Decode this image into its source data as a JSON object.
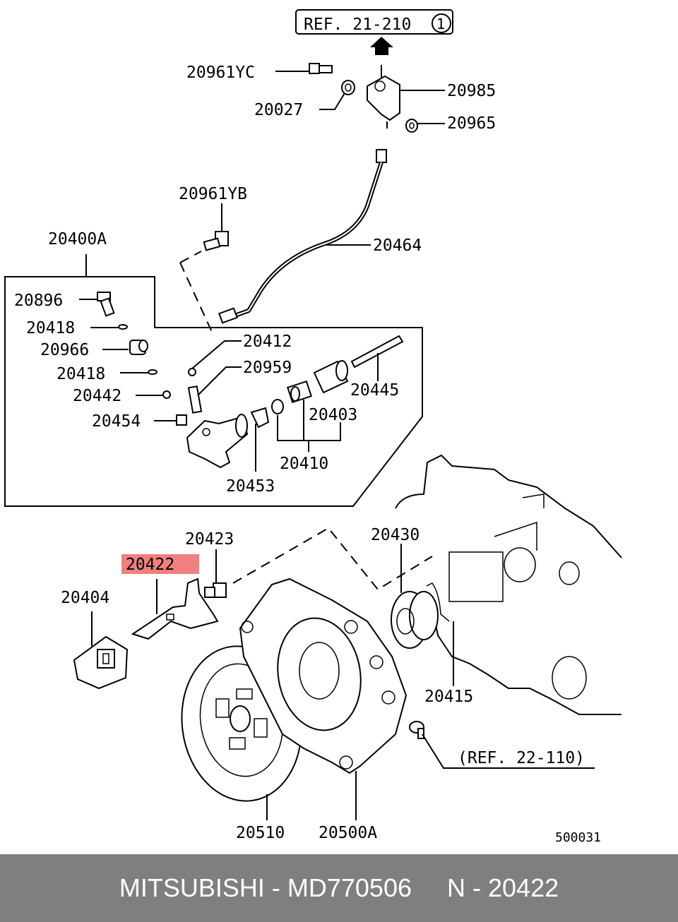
{
  "diagram": {
    "ref_top": "REF. 21-210",
    "ref_top_circle": "1",
    "ref_bottom": "(REF. 22-110)",
    "drawing_number": "500031",
    "labels": {
      "p20961YC": "20961YC",
      "p20985": "20985",
      "p20027": "20027",
      "p20965": "20965",
      "p20961YB": "20961YB",
      "p20400A": "20400A",
      "p20464": "20464",
      "p20896": "20896",
      "p20418a": "20418",
      "p20966": "20966",
      "p20412": "20412",
      "p20418b": "20418",
      "p20959": "20959",
      "p20442": "20442",
      "p20445": "20445",
      "p20454": "20454",
      "p20403": "20403",
      "p20410": "20410",
      "p20453": "20453",
      "p20423": "20423",
      "p20430": "20430",
      "p20422": "20422",
      "p20404": "20404",
      "p20415": "20415",
      "p20510": "20510",
      "p20500A": "20500A"
    },
    "highlight_color": "#f08080"
  },
  "footer": {
    "text": "MITSUBISHI - MD770506     N - 20422"
  }
}
